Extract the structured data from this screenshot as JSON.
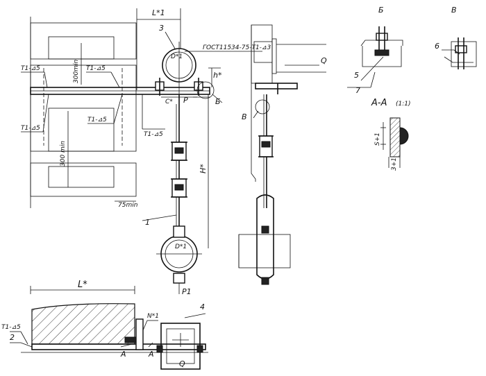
{
  "labels": {
    "l1_dim": "L*1",
    "item_3": "3",
    "d_top": "D*1",
    "gost_note": "ГОСТ11534-75-Т1-⊿3",
    "h_dim": "h*",
    "c_dim": "C*",
    "p_mark": "P",
    "b_mark": "Б",
    "weld_tl": "Т1-⊿5",
    "weld_tm": "Т1-⊿5",
    "weld_ml": "Т1-⊿5",
    "weld_mm": "Т1-⊿5",
    "weld_mr": "Т1-⊿5",
    "dim_300_top": "300min",
    "dim_300_bot": "300 min",
    "dim_75": "75min",
    "item_1": "1",
    "H_dim": "H*",
    "d_bottom": "D*1",
    "p1_mark": "P1",
    "q_mark": "Q",
    "v_mark": "В",
    "view_b": "Б",
    "view_v": "В",
    "item_5": "5",
    "item_7": "7",
    "item_6": "6",
    "section_aa": "А-А",
    "section_scale": "(1:1)",
    "s_dim": "S+1",
    "three_dim": "3+1",
    "L_dim": "L*",
    "weld_bl": "Т1-⊿5",
    "item_2": "2",
    "n_dim": "N*1",
    "item_4": "4",
    "a_left": "А",
    "a_right": "А",
    "q_bottom": "Q"
  }
}
